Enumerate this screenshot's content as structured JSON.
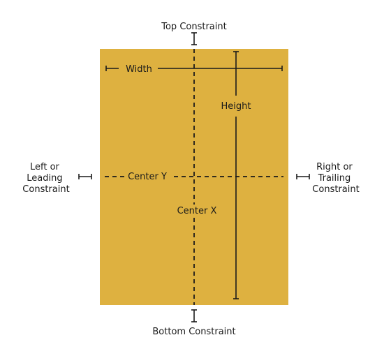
{
  "colors": {
    "box_fill": "#deb140",
    "line": "#1a1a1a",
    "background": "#ffffff"
  },
  "labels": {
    "top_constraint": "Top Constraint",
    "bottom_constraint": "Bottom Constraint",
    "left_constraint": [
      "Left or",
      "Leading",
      "Constraint"
    ],
    "right_constraint": [
      "Right or",
      "Trailing",
      "Constraint"
    ],
    "width": "Width",
    "height": "Height",
    "center_x": "Center X",
    "center_y": "Center Y"
  }
}
